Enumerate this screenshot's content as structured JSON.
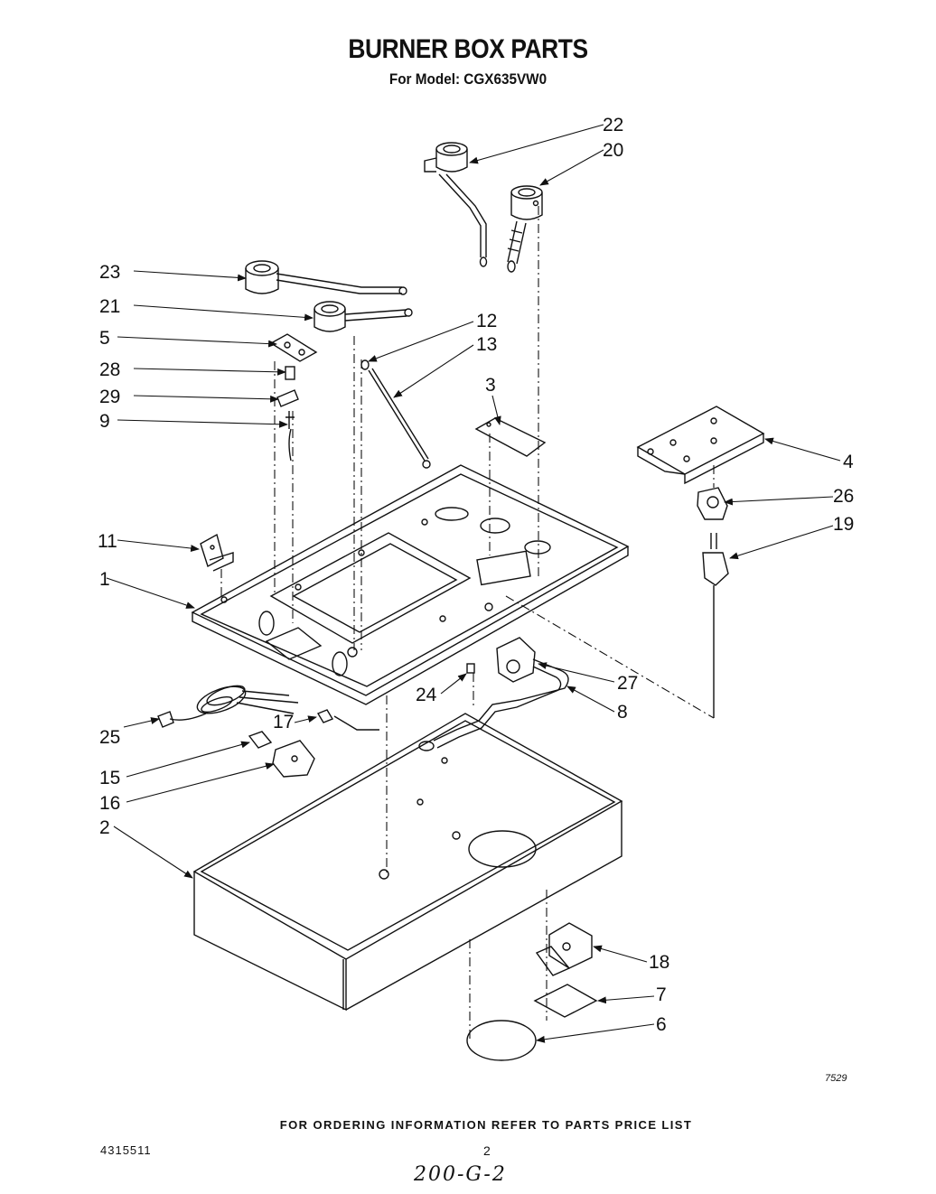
{
  "header": {
    "title": "BURNER BOX PARTS",
    "subtitle": "For Model: CGX635VW0"
  },
  "callouts": [
    "22",
    "20",
    "23",
    "21",
    "12",
    "13",
    "5",
    "28",
    "29",
    "9",
    "3",
    "4",
    "26",
    "19",
    "11",
    "1",
    "27",
    "24",
    "8",
    "25",
    "17",
    "15",
    "16",
    "2",
    "18",
    "7",
    "6"
  ],
  "footer": {
    "ordering_note": "FOR ORDERING INFORMATION REFER TO PARTS PRICE LIST",
    "drawing_code": "7529",
    "document_number": "4315511",
    "page_number": "2",
    "handwritten_note": "200-G-2"
  }
}
